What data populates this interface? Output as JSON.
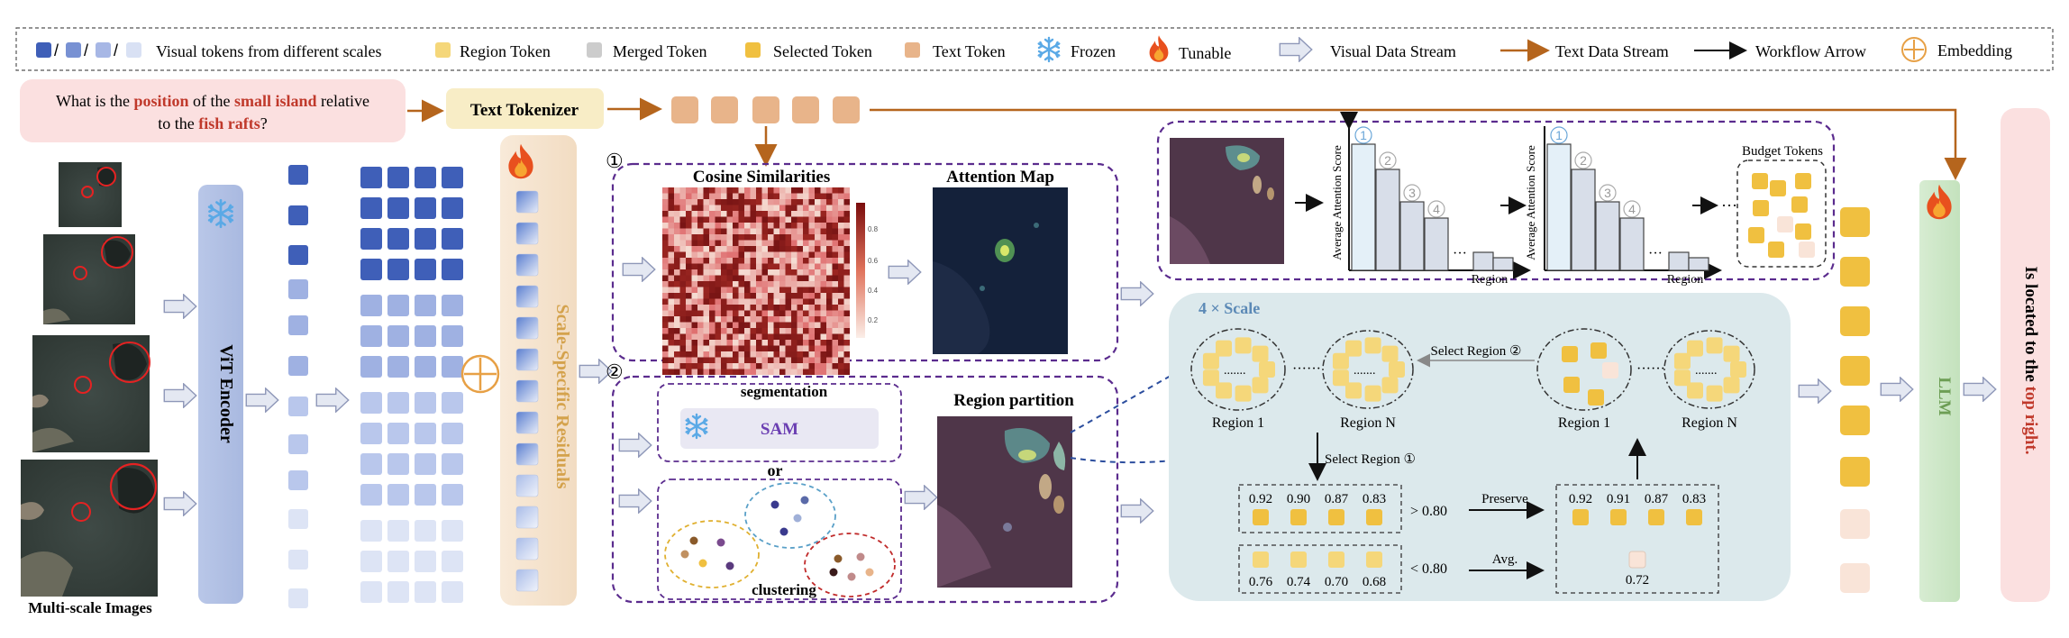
{
  "legend": {
    "visual_tokens": "Visual tokens from different scales",
    "region_token": "Region Token",
    "merged_token": "Merged Token",
    "selected_token": "Selected Token",
    "text_token": "Text Token",
    "frozen": "Frozen",
    "tunable": "Tunable",
    "visual_stream": "Visual Data Stream",
    "text_stream": "Text Data Stream",
    "workflow_arrow": "Workflow Arrow",
    "embedding": "Embedding"
  },
  "question": {
    "line1_a": "What is the ",
    "line1_b": "position",
    "line1_c": " of the ",
    "line1_d": "small island",
    "line1_e": " relative",
    "line2_a": "to the ",
    "line2_b": "fish rafts",
    "line2_c": "?"
  },
  "text_tokenizer": "Text  Tokenizer",
  "multiscale_images": "Multi-scale Images",
  "vit_encoder": "ViT Encoder",
  "scale_residuals": "Scale-Specific Residuals",
  "branch1": {
    "num": "①",
    "cosine": "Cosine Similarities",
    "attention": "Attention Map",
    "colorbar_ticks": [
      "0.8",
      "0.6",
      "0.4",
      "0.2"
    ]
  },
  "branch2": {
    "num": "②",
    "segmentation": "segmentation",
    "sam": "SAM",
    "or": "or",
    "clustering": "clustering",
    "region_partition": "Region partition"
  },
  "scores": {
    "ylabel": "Average Attention Score",
    "xlabel": "Region",
    "ranks": [
      "1",
      "2",
      "3",
      "4"
    ],
    "dots": "···",
    "budget": "Budget Tokens"
  },
  "scale_panel": {
    "title": "4 × Scale",
    "region1": "Region 1",
    "regionN": "Region N",
    "dots": "······",
    "select2": "Select Region ②",
    "select1": "Select Region ①",
    "high_values": [
      "0.92",
      "0.90",
      "0.87",
      "0.83"
    ],
    "low_values": [
      "0.76",
      "0.74",
      "0.70",
      "0.68"
    ],
    "gt": "> 0.80",
    "lt": "< 0.80",
    "preserve": "Preserve",
    "avg": "Avg.",
    "kept_values": [
      "0.92",
      "0.91",
      "0.87",
      "0.83"
    ],
    "merged_value": "0.72"
  },
  "llm": "LLM",
  "answer": {
    "a": "Is located to the ",
    "b": "top right."
  },
  "colors": {
    "text_token": "#e8b48a",
    "region_token": "#f5d77a",
    "selected_token": "#f0c040",
    "merged_token": "#cccccc",
    "accent_red": "#c0392b",
    "purple_dash": "#5b2c8e",
    "arrow_orange": "#b5651d"
  }
}
